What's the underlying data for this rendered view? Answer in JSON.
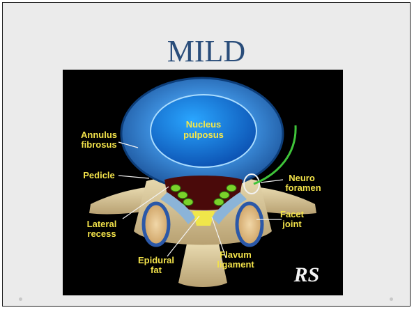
{
  "slide": {
    "title": "MILD"
  },
  "figure": {
    "labels": {
      "nucleus_1": "Nucleus",
      "nucleus_2": "pulposus",
      "annulus_1": "Annulus",
      "annulus_2": "fibrosus",
      "pedicle": "Pedicle",
      "neuro_1": "Neuro",
      "neuro_2": "foramen",
      "lateral_1": "Lateral",
      "lateral_2": "recess",
      "facet_1": "Facet",
      "facet_2": "joint",
      "epidural_1": "Epidural",
      "epidural_2": "fat",
      "flavum_1": "Flavum",
      "flavum_2": "ligament",
      "signature": "RS"
    },
    "colors": {
      "label": "#f2e24a",
      "nucleus_label": "#f5e84a",
      "disc_blue": "#2f7fd0",
      "nucleus_blue": "#0f6fd6",
      "bone": "#d8c79a",
      "nerve_green": "#7ad22a",
      "curve_green": "#3fc43a"
    }
  }
}
